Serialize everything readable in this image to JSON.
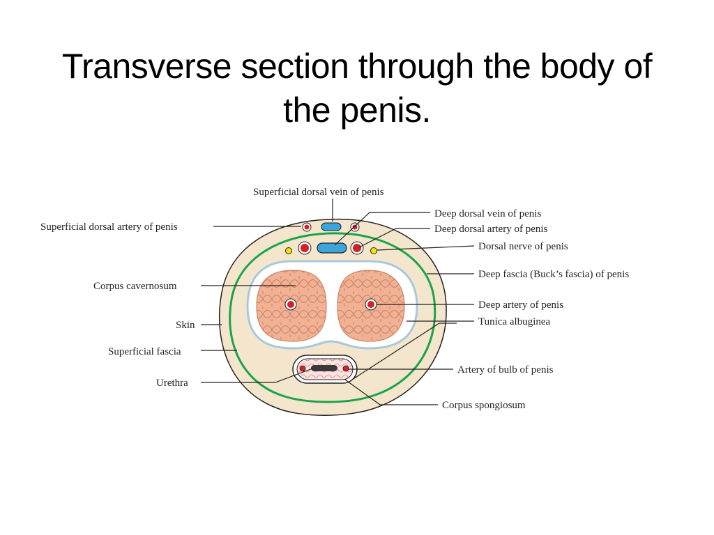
{
  "slide": {
    "title_line1": "Transverse section through the body of",
    "title_line2": "the penis."
  },
  "labels": {
    "superficial_dorsal_vein": "Superficial dorsal vein of penis",
    "superficial_dorsal_artery": "Superficial dorsal artery of penis",
    "deep_dorsal_vein": "Deep dorsal vein of penis",
    "deep_dorsal_artery": "Deep dorsal artery of penis",
    "dorsal_nerve": "Dorsal nerve of penis",
    "deep_fascia": "Deep fascia (Buck’s fascia) of penis",
    "corpus_cavernosum": "Corpus cavernosum",
    "deep_artery": "Deep artery of penis",
    "skin": "Skin",
    "tunica_albuginea": "Tunica albuginea",
    "superficial_fascia": "Superficial fascia",
    "artery_of_bulb": "Artery of bulb of penis",
    "urethra": "Urethra",
    "corpus_spongiosum": "Corpus spongiosum"
  },
  "colors": {
    "skin_fill": "#f3e6cc",
    "skin_outline": "#231f20",
    "deep_fascia": "#1aa34a",
    "tunica_fill": "#ffffff",
    "tunica_outline": "#a9c8de",
    "erectile_tissue": "#f2b193",
    "erectile_cells": "#c9836a",
    "artery": "#d42027",
    "vein": "#3aa6dd",
    "nerve": "#f5e400"
  }
}
